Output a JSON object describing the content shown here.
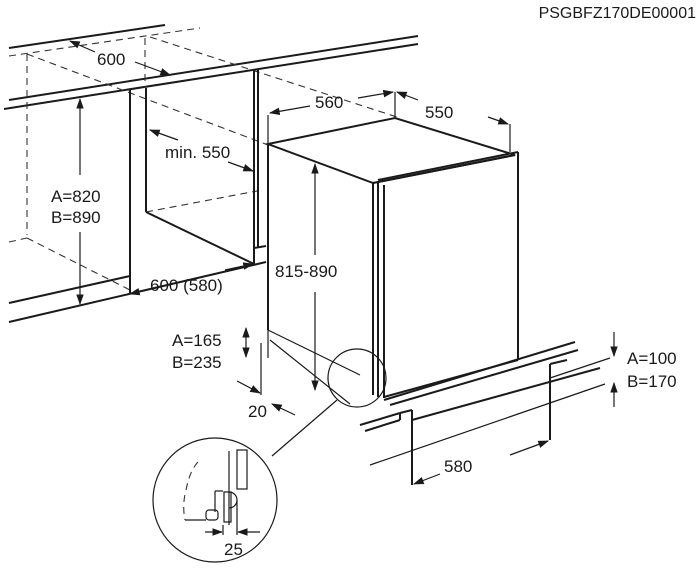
{
  "diagram_code": "PSGBFZ170DE00001",
  "dimensions": {
    "cabinet_width_top": "600",
    "cabinet_height_a": "A=820",
    "cabinet_height_b": "B=890",
    "min_depth": "min. 550",
    "cabinet_depth": "600 (580)",
    "appliance_width": "560",
    "appliance_depth": "550",
    "appliance_height": "815-890",
    "plinth_height_a": "A=165",
    "plinth_height_b": "B=235",
    "recess": "20",
    "plinth_depth": "580",
    "plinth_gap_a": "A=100",
    "plinth_gap_b": "B=170",
    "detail_offset": "25"
  }
}
